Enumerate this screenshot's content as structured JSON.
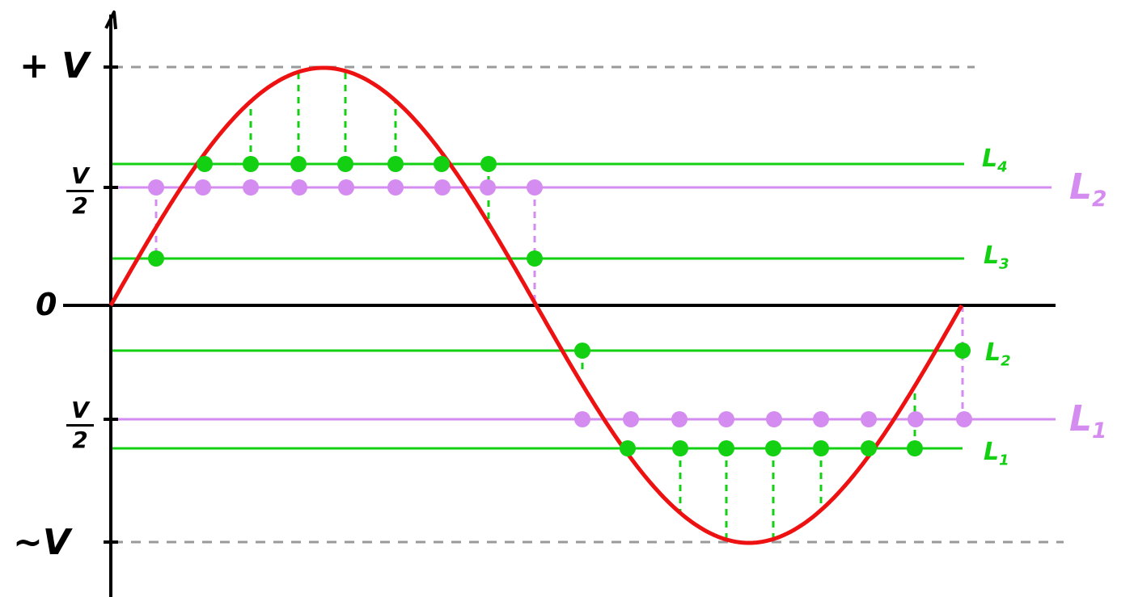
{
  "axis_labels": {
    "plus_v": "+ V",
    "half_v_top_num": "V",
    "half_v_top_den": "2",
    "zero": "0",
    "half_v_bottom_num": "V",
    "half_v_bottom_den": "2",
    "minus_v": "~V"
  },
  "levels": {
    "L4": {
      "letter": "L",
      "sub": "4"
    },
    "L2_upper": {
      "letter": "L",
      "sub": "2"
    },
    "L3": {
      "letter": "L",
      "sub": "3"
    },
    "L2_lower": {
      "letter": "L",
      "sub": "2"
    },
    "L1_upper": {
      "letter": "L",
      "sub": "1"
    },
    "L1_lower": {
      "letter": "L",
      "sub": "1"
    }
  },
  "colors": {
    "sine": "#ee1111",
    "green": "#13d013",
    "violet": "#d48cf0",
    "axis": "#000000",
    "dashed_limit": "#9a9a9a"
  }
}
